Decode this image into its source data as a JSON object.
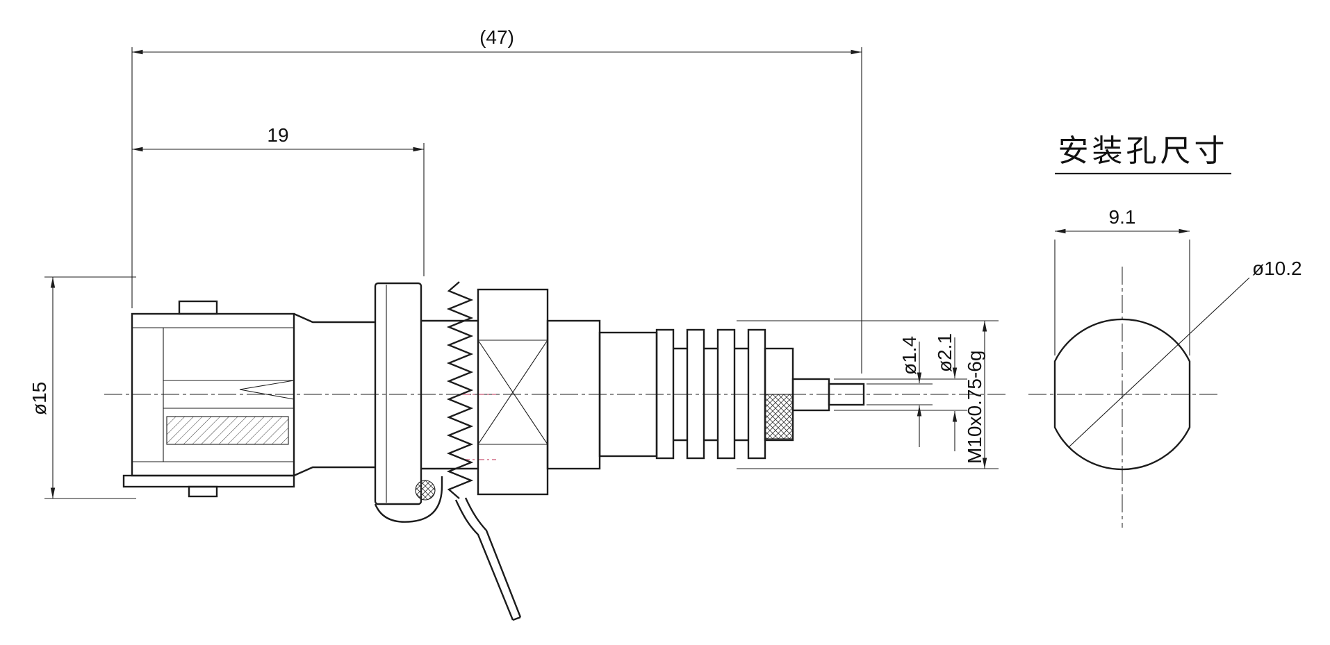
{
  "colors": {
    "line": "#1c1c1c",
    "accent": "#d4728c",
    "background": "#ffffff"
  },
  "side_view": {
    "dims": {
      "overall_length": "(47)",
      "front_length": "19",
      "body_diameter": "ø15",
      "pin_diameter": "ø1.4",
      "insulator_diameter": "ø2.1",
      "thread": "M10x0.75-6g"
    }
  },
  "hole_view": {
    "title": "安装孔尺寸",
    "dims": {
      "flat_width": "9.1",
      "hole_diameter": "ø10.2"
    }
  }
}
